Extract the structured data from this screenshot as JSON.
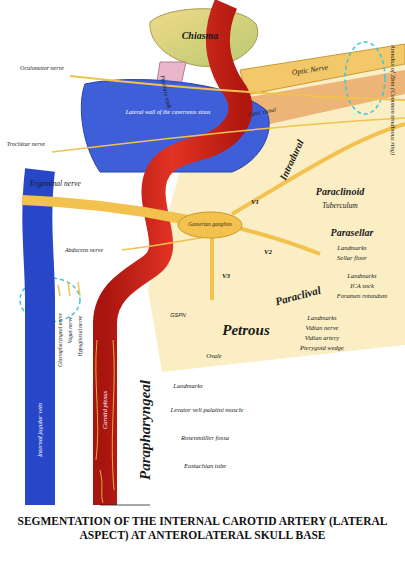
{
  "diagram": {
    "caption": "SEGMENTATION OF THE INTERNAL CAROTID ARTERY (LATERAL ASPECT) AT ANTEROLATERAL SKULL BASE",
    "labels": [
      "Chiasma",
      "Pituitary stalk",
      "Optic Nerve",
      "Annulus of Zinn (Common tendinous ring)",
      "Intradural",
      "Optic canal",
      "Paraclinoid",
      "Tuberculum",
      "Oculomotor nerve",
      "Trochlear nerve",
      "Lateral wall of the cavernous sinus",
      "Trigeminal nerve",
      "Gasserian ganglion",
      "Abducens nerve",
      "V1",
      "V2",
      "V3",
      "Parasellar",
      "Landmarks",
      "Sellar floor",
      "Paraclival",
      "Landmarks",
      "ICA sock",
      "Foramen rotundum",
      "Petrous",
      "Landmarks",
      "Vidian nerve",
      "Vidian artery",
      "Pterygoid wedge",
      "GSPN",
      "Ovale",
      "Landmarks",
      "Levator veli palatini muscle",
      "Rosenmüller fossa",
      "Eustachian tube",
      "Parapharyngeal",
      "Glossopharyngeal nerve",
      "Vagus nerve",
      "Hypoglossal nerve",
      "Internal jugular vein",
      "Carotid plexus"
    ]
  }
}
